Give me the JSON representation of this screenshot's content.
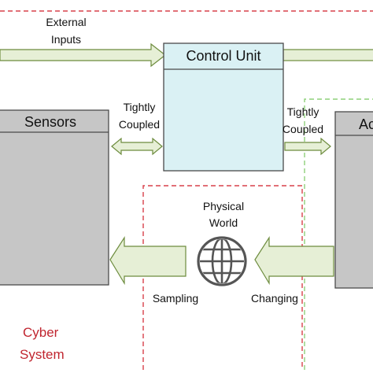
{
  "labels": {
    "external_inputs_line1": "External",
    "external_inputs_line2": "Inputs",
    "control_unit": "Control Unit",
    "sensors": "Sensors",
    "actuators_partial": "Ac",
    "tightly_left_line1": "Tightly",
    "tightly_left_line2": "Coupled",
    "tightly_right_line1": "Tightly",
    "tightly_right_line2": "Coupled",
    "physical_world_line1": "Physical",
    "physical_world_line2": "World",
    "sampling": "Sampling",
    "changing": "Changing",
    "cyber_system_line1": "Cyber",
    "cyber_system_line2": "System"
  },
  "colors": {
    "control_unit_fill": "#daf1f4",
    "gray_block_fill": "#c6c6c6",
    "arrow_fill": "#e6efd6",
    "cyber_border": "#d9404a",
    "physical_border": "#8ed07a",
    "cyber_text": "#c0252f"
  },
  "icons": {
    "physical_world": "globe-icon"
  }
}
